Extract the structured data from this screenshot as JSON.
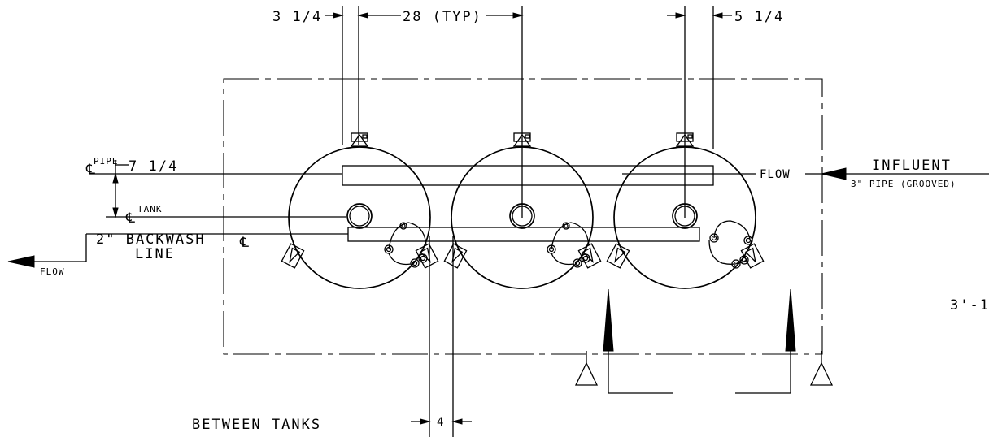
{
  "labels": {
    "dim_left": "3 1/4",
    "dim_typ": "28 (TYP)",
    "dim_right": "5 1/4",
    "dim_pipe_offset": "7 1/4",
    "pipe_sup": "PIPE",
    "tank_sup": "TANK",
    "centerline_symbol": "℄",
    "backwash_line1": "2\" BACKWASH",
    "backwash_line2": "LINE",
    "flow_left": "FLOW",
    "flow_right": "FLOW",
    "influent": "INFLUENT",
    "influent_pipe": "3\" PIPE (GROOVED)",
    "side_dim": "3'-1",
    "between_tanks": "BETWEEN TANKS",
    "dim_between": "4"
  }
}
